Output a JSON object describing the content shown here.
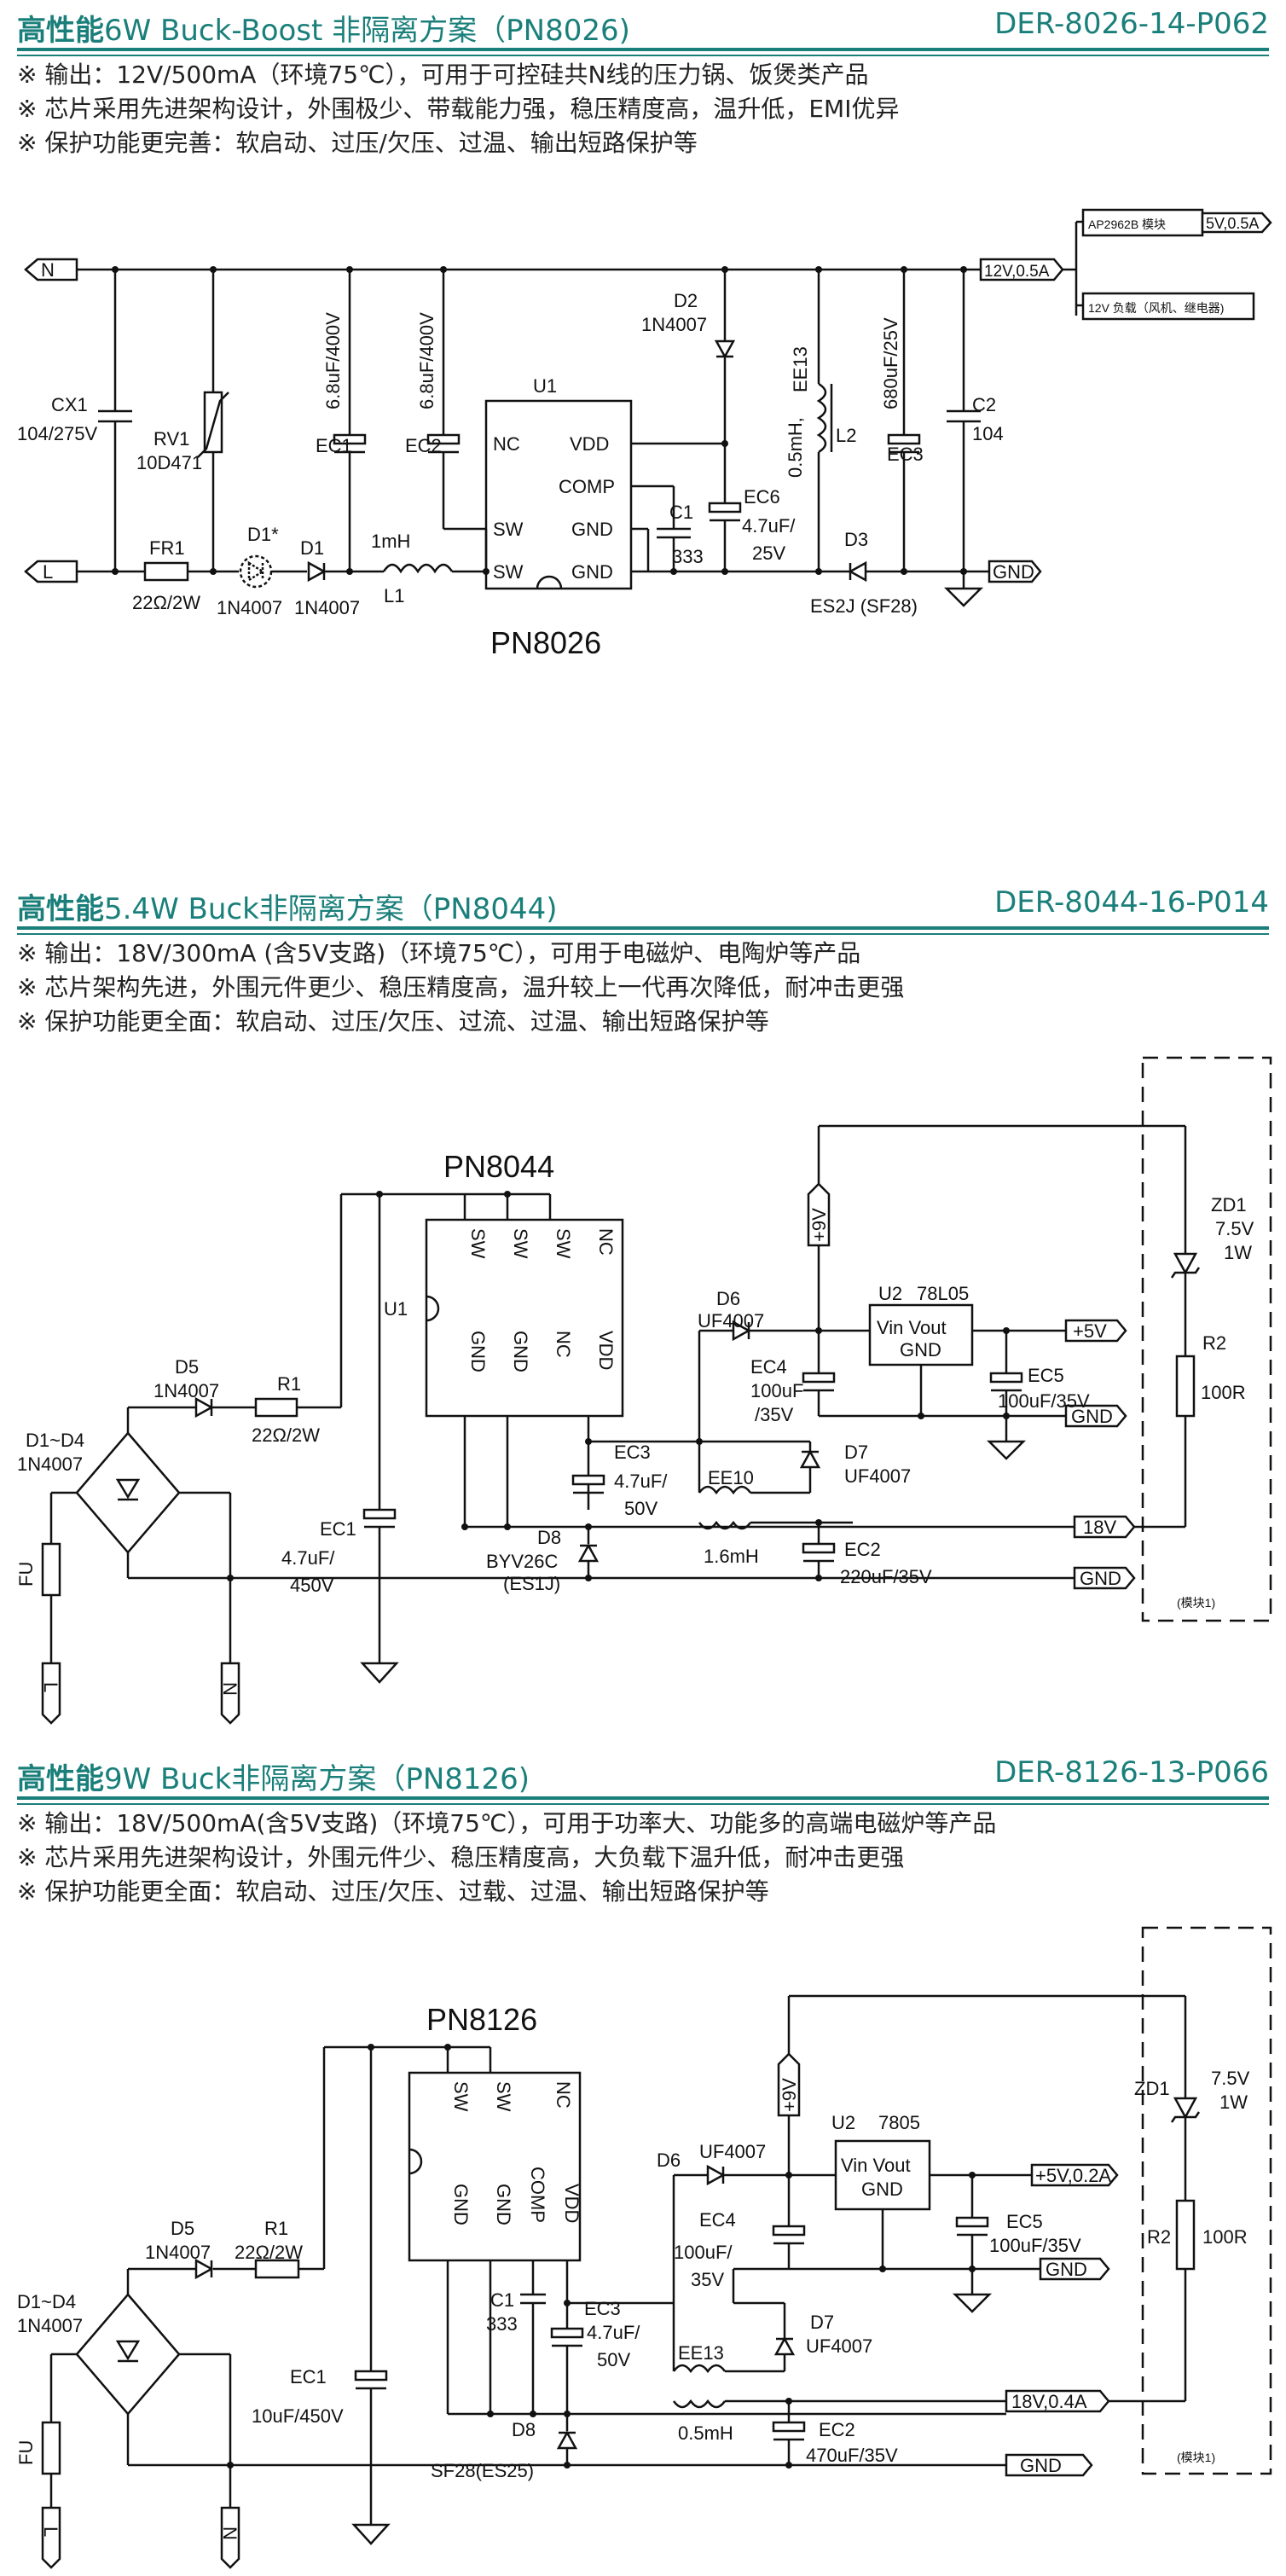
{
  "sections": [
    {
      "title_bold": "高性能",
      "title_rest": "6W Buck-Boost 非隔离方案（PN8026)",
      "code": "DER-8026-14-P062",
      "bullets": [
        "※ 输出：12V/500mA（环境75℃），可用于可控硅共N线的压力锅、饭煲类产品",
        "※ 芯片采用先进架构设计，外围极少、带载能力强，稳压精度高，温升低，EMI优异",
        "※ 保护功能更完善：软启动、过压/欠压、过温、输出短路保护等"
      ],
      "labels": {
        "n": "N",
        "l": "L",
        "gnd": "GND",
        "cx1": "CX1",
        "cx1v": "104/275V",
        "rv1": "RV1",
        "rv1v": "10D471",
        "fr1": "FR1",
        "fr1v": "22Ω/2W",
        "d1s": "D1*",
        "d1sv": "1N4007",
        "d1": "D1",
        "d1v": "1N4007",
        "ec1": "EC1",
        "ec1v": "6.8uF/400V",
        "ec2": "EC2",
        "ec2v": "6.8uF/400V",
        "l1": "L1",
        "l1v": "1mH",
        "u1": "U1",
        "nc": "NC",
        "vdd": "VDD",
        "comp": "COMP",
        "sw1": "SW",
        "sw2": "SW",
        "gnd1": "GND",
        "gnd2": "GND",
        "chip": "PN8026",
        "c1": "C1",
        "c1v": "333",
        "d2": "D2",
        "d2v": "1N4007",
        "ec6": "EC6",
        "ec6v1": "4.7uF/",
        "ec6v2": "25V",
        "ee13": "EE13",
        "l2v": "0.5mH,",
        "l2": "L2",
        "d3": "D3",
        "d3v": "ES2J (SF28)",
        "ec3": "EC3",
        "ec3v": "680uF/25V",
        "c2": "C2",
        "c2v": "104",
        "out12": "12V,0.5A",
        "ap": "AP2962B 模块",
        "ap_out": "5V,0.5A",
        "load": "12V 负载（风机、继电器)"
      }
    },
    {
      "title_bold": "高性能",
      "title_rest": "5.4W Buck非隔离方案（PN8044)",
      "code": "DER-8044-16-P014",
      "bullets": [
        "※ 输出：18V/300mA (含5V支路)（环境75℃），可用于电磁炉、电陶炉等产品",
        "※ 芯片架构先进，外围元件更少、稳压精度高，温升较上一代再次降低，耐冲击更强",
        "※ 保护功能更全面：软启动、过压/欠压、过流、过温、输出短路保护等"
      ],
      "labels": {
        "chip": "PN8044",
        "u1": "U1",
        "p_sw1": "SW",
        "p_sw2": "SW",
        "p_sw3": "SW",
        "p_nc1": "NC",
        "p_gnd1": "GND",
        "p_gnd2": "GND",
        "p_nc2": "NC",
        "p_vdd": "VDD",
        "d5": "D5",
        "d5v": "1N4007",
        "r1": "R1",
        "r1v": "22Ω/2W",
        "d14": "D1~D4",
        "d14v": "1N4007",
        "fu": "FU",
        "l": "L",
        "n": "N",
        "ec1": "EC1",
        "ec1v1": "4.7uF/",
        "ec1v2": "450V",
        "d6": "D6",
        "d6v": "UF4007",
        "ec4": "EC4",
        "ec4v1": "100uF",
        "ec4v2": "/35V",
        "ec3": "EC3",
        "ec3v1": "4.7uF/",
        "ec3v2": "50V",
        "d8": "D8",
        "d8v1": "BYV26C",
        "d8v2": "(ES1J)",
        "ee10": "EE10",
        "lv": "1.6mH",
        "d7": "D7",
        "d7v": "UF4007",
        "ec2": "EC2",
        "ec2v": "220uF/35V",
        "u2": "U2",
        "u2v": "78L05",
        "vin": "Vin Vout",
        "u2gnd": "GND",
        "ec5": "EC5",
        "ec5v": "100uF/35V",
        "p9v": "+9V",
        "p5v": "+5V",
        "gnd": "GND",
        "v18": "18V",
        "gnd_main": "GND",
        "zd1": "ZD1",
        "zd1v1": "7.5V",
        "zd1v2": "1W",
        "r2": "R2",
        "r2v": "100R",
        "module": "(模块1)"
      }
    },
    {
      "title_bold": "高性能",
      "title_rest": "9W Buck非隔离方案（PN8126)",
      "code": "DER-8126-13-P066",
      "bullets": [
        "※ 输出：18V/500mA(含5V支路)（环境75℃），可用于功率大、功能多的高端电磁炉等产品",
        "※ 芯片采用先进架构设计，外围元件少、稳压精度高，大负载下温升低，耐冲击更强",
        "※ 保护功能更全面：软启动、过压/欠压、过载、过温、输出短路保护等"
      ],
      "labels": {
        "chip": "PN8126",
        "p_sw1": "SW",
        "p_sw2": "SW",
        "p_nc1": "NC",
        "p_gnd1": "GND",
        "p_gnd2": "GND",
        "p_comp": "COMP",
        "p_vdd": "VDD",
        "d5": "D5",
        "d5v": "1N4007",
        "r1": "R1",
        "r1v": "22Ω/2W",
        "d14": "D1~D4",
        "d14v": "1N4007",
        "fu": "FU",
        "l": "L",
        "n": "N",
        "ec1": "EC1",
        "ec1v": "10uF/450V",
        "c1": "C1",
        "c1v": "333",
        "ec3": "EC3",
        "ec3v1": "4.7uF/",
        "ec3v2": "50V",
        "d8": "D8",
        "d8v": "SF28(ES25)",
        "d6": "D6",
        "d6v": "UF4007",
        "ec4": "EC4",
        "ec4v1": "100uF/",
        "ec4v2": "35V",
        "ee13": "EE13",
        "lv": "0.5mH",
        "d7": "D7",
        "d7v": "UF4007",
        "ec2": "EC2",
        "ec2v": "470uF/35V",
        "u2": "U2",
        "u2v": "7805",
        "vin": "Vin Vout",
        "u2gnd": "GND",
        "ec5": "EC5",
        "ec5v": "100uF/35V",
        "p9v": "+9V",
        "p5v": "+5V,0.2A",
        "gnd": "GND",
        "v18": "18V,0.4A",
        "gnd_main": "GND",
        "zd1": "ZD1",
        "zd1v1": "7.5V",
        "zd1v2": "1W",
        "r2": "R2",
        "r2v": "100R",
        "module": "(模块1)"
      }
    }
  ]
}
